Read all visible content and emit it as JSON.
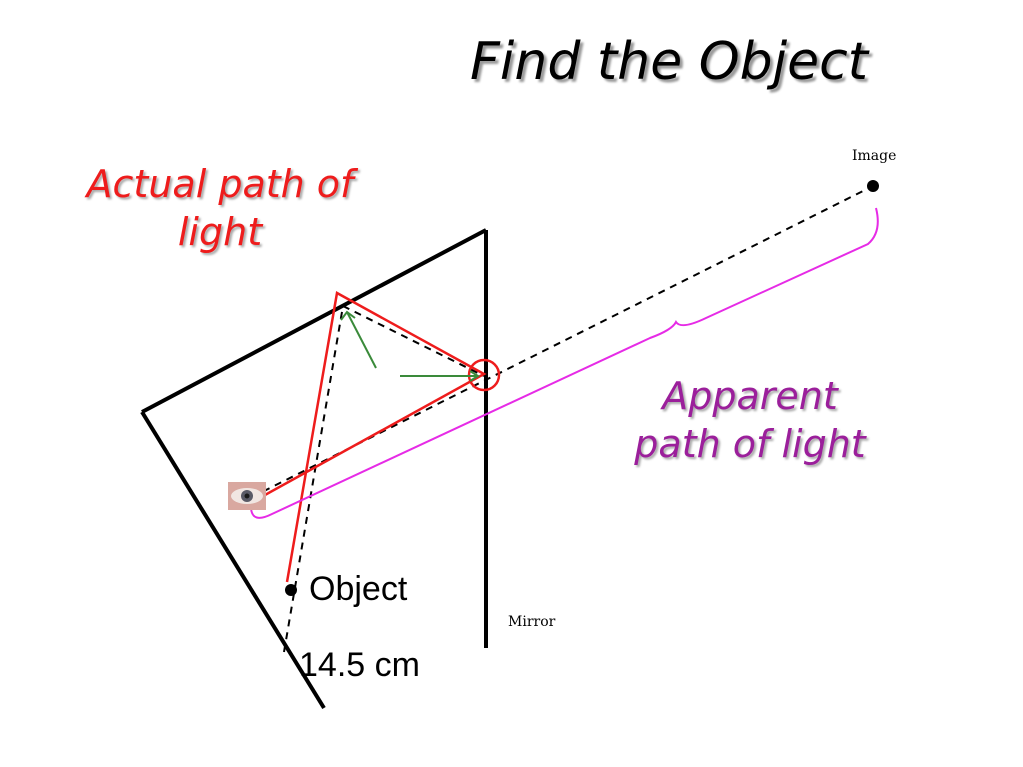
{
  "title": "Find the Object",
  "labels": {
    "actual_line1": "Actual path of",
    "actual_line2": "light",
    "apparent_line1": "Apparent",
    "apparent_line2": "path of light",
    "image": "Image",
    "mirror": "Mirror",
    "object": "Object",
    "distance": "14.5 cm"
  },
  "colors": {
    "actual_path": "#ee1c1c",
    "apparent_path": "#9b1f9b",
    "brace": "#e62be6",
    "normal_arrows": "#3a8a3a",
    "mirror_lines": "#000000"
  },
  "icons": [
    "eye-icon"
  ]
}
